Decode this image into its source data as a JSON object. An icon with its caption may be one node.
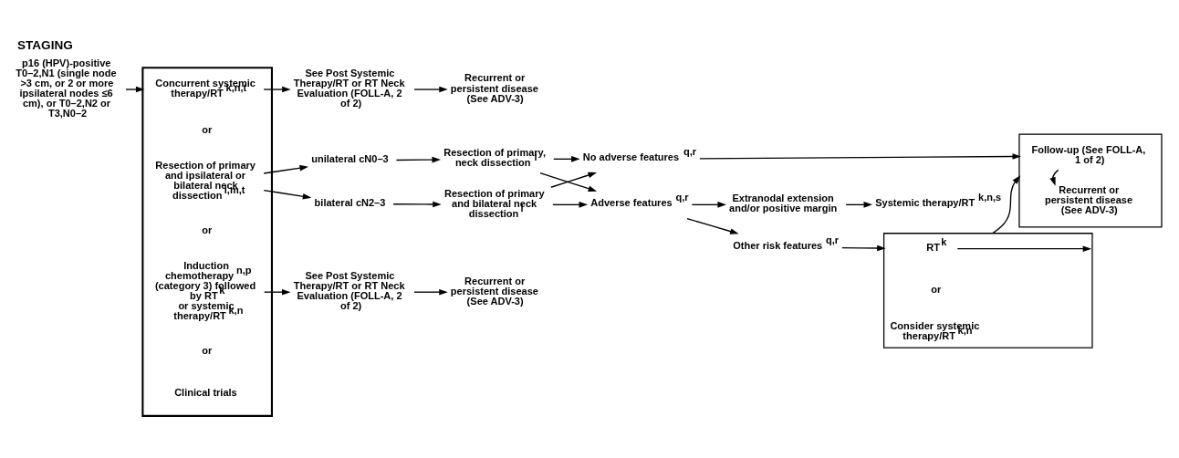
{
  "diagram": {
    "title": "STAGING",
    "nodes": [
      {
        "text": [
          "p16 (HPV)-positive T0–2,N1 (single node >3 cm, or 2 or more ipsilateral nodes ≤6 cm), or T0–2,N2 or T3,N0–2"
        ]
      },
      {
        "text": [],
        "shape": "bar"
      },
      {
        "text": [
          "Concurrent systemic therapy/RT$^{k,n,t}$"
        ],
        "in": 1
      },
      {
        "text": [
          "See Post Systemic Therapy/RT or RT Neck Evaluation (FOLL-A, 2 of 2)"
        ]
      },
      {
        "text": [
          "Recurrent or persistent disease (See ADV-3)"
        ]
      },
      {
        "text": [
          "Resection of primary and ipsilateral or bilateral neck dissection$^{l,m,t}$"
        ],
        "in": 1
      },
      {
        "text": [
          "unilateral cN0–3"
        ]
      },
      {
        "text": [
          "bilateral cN2–3"
        ]
      },
      {
        "text": [
          "Resection of primary, neck dissection$^{l}$"
        ]
      },
      {
        "text": [
          "Resection of primary and bilateral neck dissection$^{l}$"
        ]
      },
      {
        "text": [
          "No adverse features$^{q,r}$"
        ]
      },
      {
        "text": [
          "Adverse features$^{q,r}$"
        ]
      },
      {
        "text": [
          "Extranodal extension and/or positive margin"
        ]
      },
      {
        "text": [
          "Other risk features$^{q,r}$"
        ]
      },
      {
        "text": [
          "Systemic therapy/RT$^{k,n,s}$"
        ]
      },
      {
        "text": [],
        "shape": "box"
      },
      {
        "text": [
          "RT$^{k}$"
        ],
        "in": 15
      },
      {
        "text": [
          "Consider systemic therapy/RT$^{k,n}$"
        ],
        "in": 15
      },
      {
        "text": [],
        "shape": "box"
      },
      {
        "text": [
          "Follow-up (See FOLL-A, 1 of 2)"
        ],
        "in": 18
      },
      {
        "text": [
          "Recurrent or persistent disease (See ADV-3)"
        ],
        "in": 18
      },
      {
        "text": [
          "Induction chemotherapy$^{n,p}$ (category 3) followed by RT$^{k}$ or systemic therapy/RT$^{k,n}$"
        ],
        "in": 1
      },
      {
        "text": [
          "See Post Systemic Therapy/RT or RT Neck Evaluation (FOLL-A, 2 of 2)"
        ]
      },
      {
        "text": [
          "Recurrent or persistent disease (See ADV-3)"
        ]
      },
      {
        "text": [
          "Clinical trials"
        ],
        "in": 1
      }
    ],
    "edges": [
      {
        "from": 0,
        "to": 1,
        "arrow": "to"
      },
      {
        "from": 2,
        "to": 3,
        "arrow": "to"
      },
      {
        "from": 3,
        "to": 4,
        "arrow": "to"
      },
      {
        "from": 5,
        "to": 6,
        "arrow": "to"
      },
      {
        "from": 5,
        "to": 7,
        "arrow": "to"
      },
      {
        "from": 6,
        "to": 8,
        "arrow": "to"
      },
      {
        "from": 7,
        "to": 9,
        "arrow": "to"
      },
      {
        "from": 8,
        "to": 10,
        "arrow": "to"
      },
      {
        "from": 8,
        "to": 11,
        "arrow": "to"
      },
      {
        "from": 9,
        "to": 10,
        "arrow": "to"
      },
      {
        "from": 9,
        "to": 11,
        "arrow": "to"
      },
      {
        "from": 10,
        "to": 18,
        "arrow": "to"
      },
      {
        "from": 11,
        "to": 12,
        "arrow": "to"
      },
      {
        "from": 11,
        "to": 13,
        "arrow": "to"
      },
      {
        "from": 12,
        "to": 14,
        "arrow": "to"
      },
      {
        "from": 13,
        "to": 15,
        "arrow": "to"
      },
      {
        "from": 16,
        "to": 15,
        "arrow": "to"
      },
      {
        "from": 15,
        "to": 18,
        "arrow": "to"
      },
      {
        "from": 19,
        "to": 20,
        "arrow": "to"
      },
      {
        "from": 21,
        "to": 22,
        "arrow": "to"
      },
      {
        "from": 22,
        "to": 23,
        "arrow": "to"
      }
    ],
    "labels": [
      "or",
      "or",
      "or",
      "or"
    ]
  }
}
